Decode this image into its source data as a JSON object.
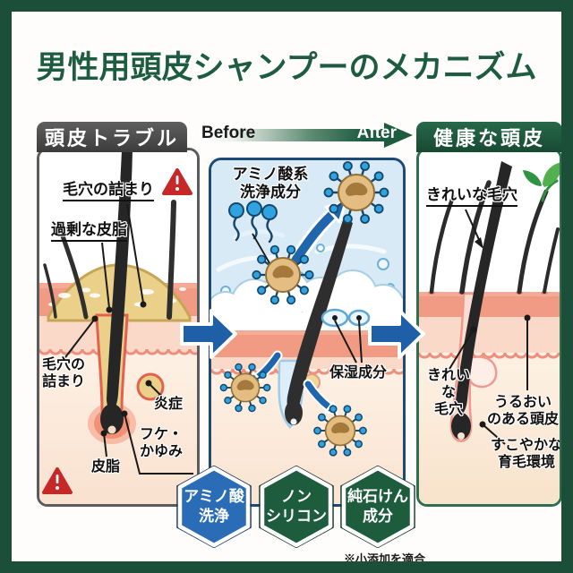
{
  "title": "男性用頭皮シャンプーのメカニズム",
  "before_after": {
    "before": "Before",
    "after": "After"
  },
  "left_panel": {
    "header": "頭皮トラブル",
    "labels": {
      "pore_clog_top": "毛穴の詰まり",
      "excess_sebum": "過剰な皮脂",
      "pore_clog_line1": "毛穴の",
      "pore_clog_line2": "詰まり",
      "inflammation": "炎症",
      "dandruff_line1": "フケ・",
      "dandruff_line2": "かゆみ",
      "sebum": "皮脂"
    }
  },
  "middle_panel": {
    "labels": {
      "cleansing_line1": "アミノ酸系",
      "cleansing_line2": "洗浄成分",
      "moisturizing": "保湿成分"
    }
  },
  "right_panel": {
    "header": "健康な頭皮",
    "labels": {
      "clean_pores_top": "きれいな毛穴",
      "clean_pores_line1": "きれいな",
      "clean_pores_line2": "毛穴",
      "moisture_line1": "うるおい",
      "moisture_line2": "のある頭皮",
      "healthy_line1": "すこやかな",
      "healthy_line2": "育毛環境"
    }
  },
  "badges": [
    {
      "line1": "アミノ酸",
      "line2": "洗浄"
    },
    {
      "line1": "ノン",
      "line2": "シリコン"
    },
    {
      "line1": "純石けん",
      "line2": "成分"
    }
  ],
  "footnote": "※小添加を適合",
  "colors": {
    "frame_green": "#1c4f39",
    "title_green": "#1d5c3f",
    "header_gray": "#4a4a4a",
    "header_green": "#1d5c3f",
    "panel_blue_bg": "#d7eaf6",
    "panel_blue_border": "#1e4a78",
    "arrow_blue": "#1f5fa8",
    "hex_blue": "#2a6cb5",
    "hex_green": "#1d5c3c",
    "warning_red": "#c62828",
    "leaf_green": "#36a04a"
  }
}
